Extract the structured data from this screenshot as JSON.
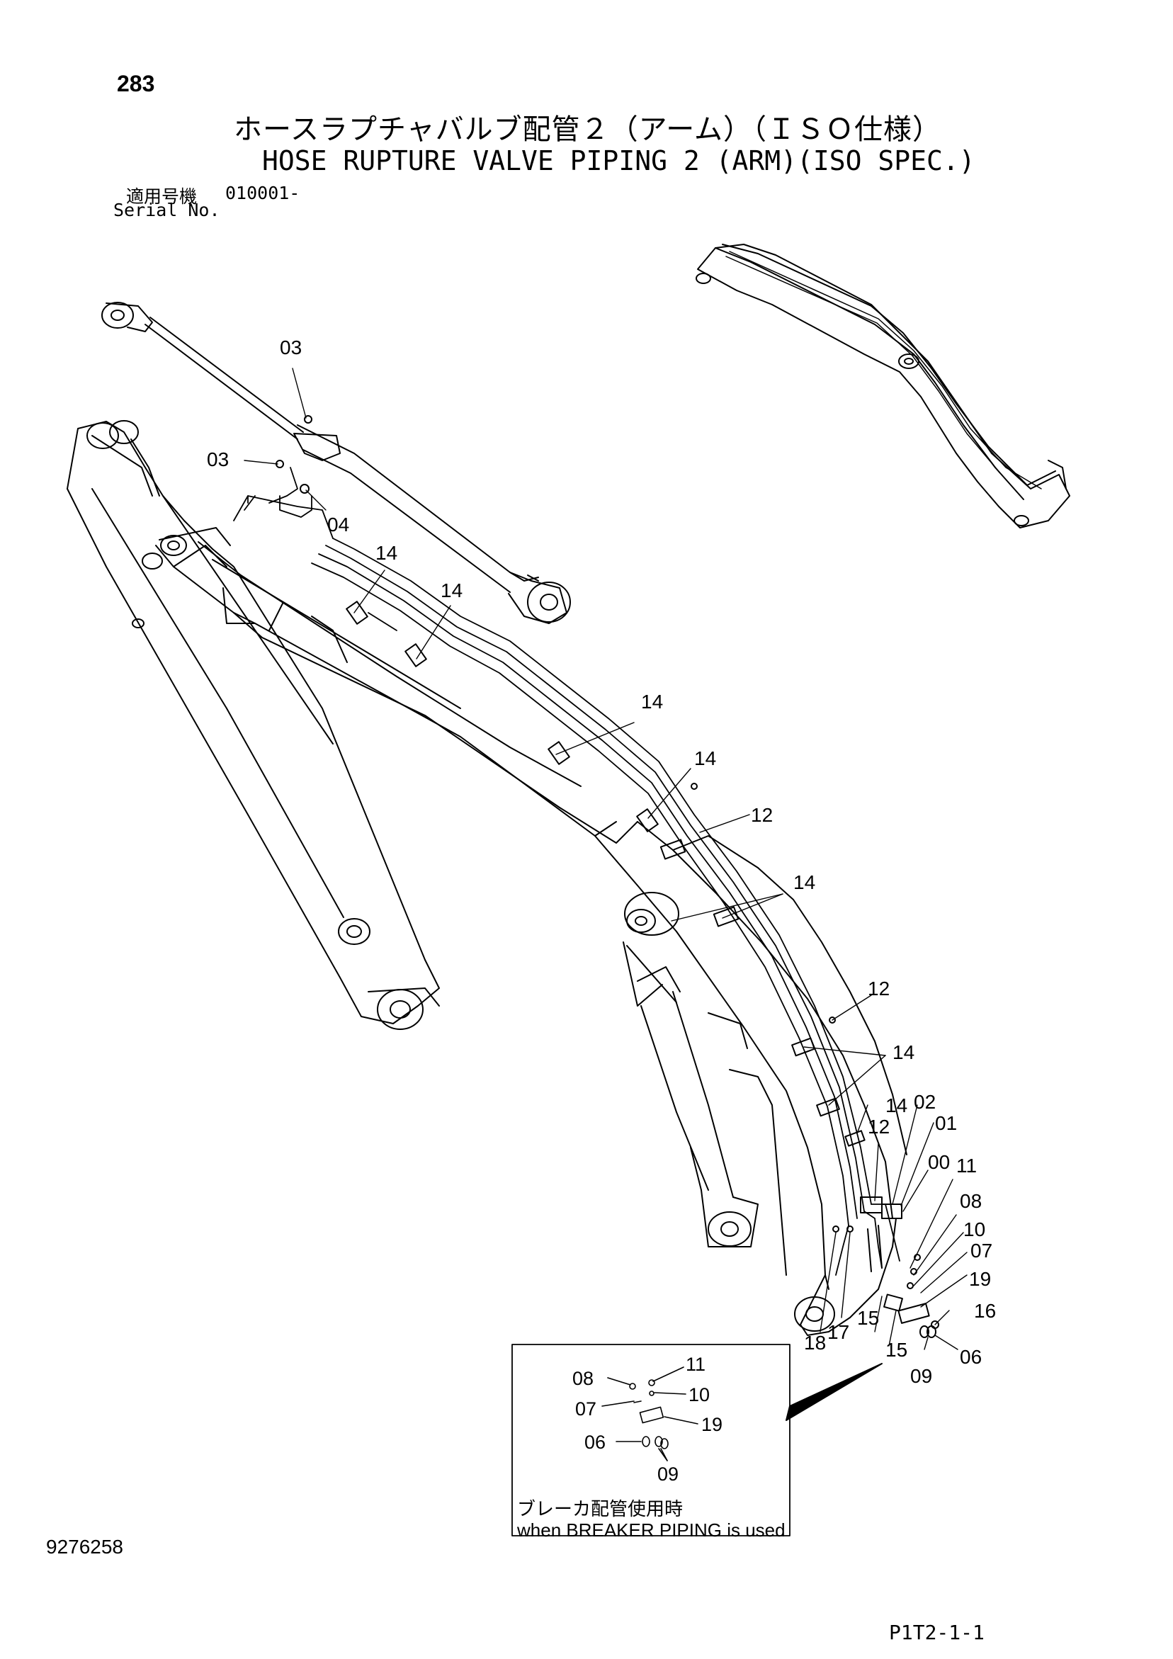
{
  "header": {
    "page_number": "283",
    "title_jp": "ホースラプチャバルブ配管２（アーム）（ＩＳＯ仕様）",
    "title_en": "HOSE RUPTURE VALVE PIPING 2 (ARM)(ISO SPEC.)",
    "serial_label_jp": "適用号機",
    "serial_label_en": "Serial No.",
    "serial_value": "010001-"
  },
  "callouts": {
    "c03a": "03",
    "c03b": "03",
    "c04": "04",
    "c14a": "14",
    "c14b": "14",
    "c14c": "14",
    "c14d": "14",
    "c14e": "14",
    "c14f": "14",
    "c14g": "14",
    "c12a": "12",
    "c12b": "12",
    "c12c": "12",
    "c02": "02",
    "c01": "01",
    "c00": "00",
    "c11": "11",
    "c08": "08",
    "c10": "10",
    "c07": "07",
    "c19": "19",
    "c16": "16",
    "c06": "06",
    "c09": "09",
    "c15a": "15",
    "c15b": "15",
    "c17": "17",
    "c18": "18"
  },
  "inset": {
    "callouts": {
      "c08": "08",
      "c11": "11",
      "c07": "07",
      "c10": "10",
      "c19": "19",
      "c06": "06",
      "c09": "09"
    },
    "caption_jp": "ブレーカ配管使用時",
    "caption_en": "when BREAKER PIPING is used"
  },
  "footer": {
    "drawing_number": "9276258",
    "page_ref": "P1T2-1-1"
  }
}
